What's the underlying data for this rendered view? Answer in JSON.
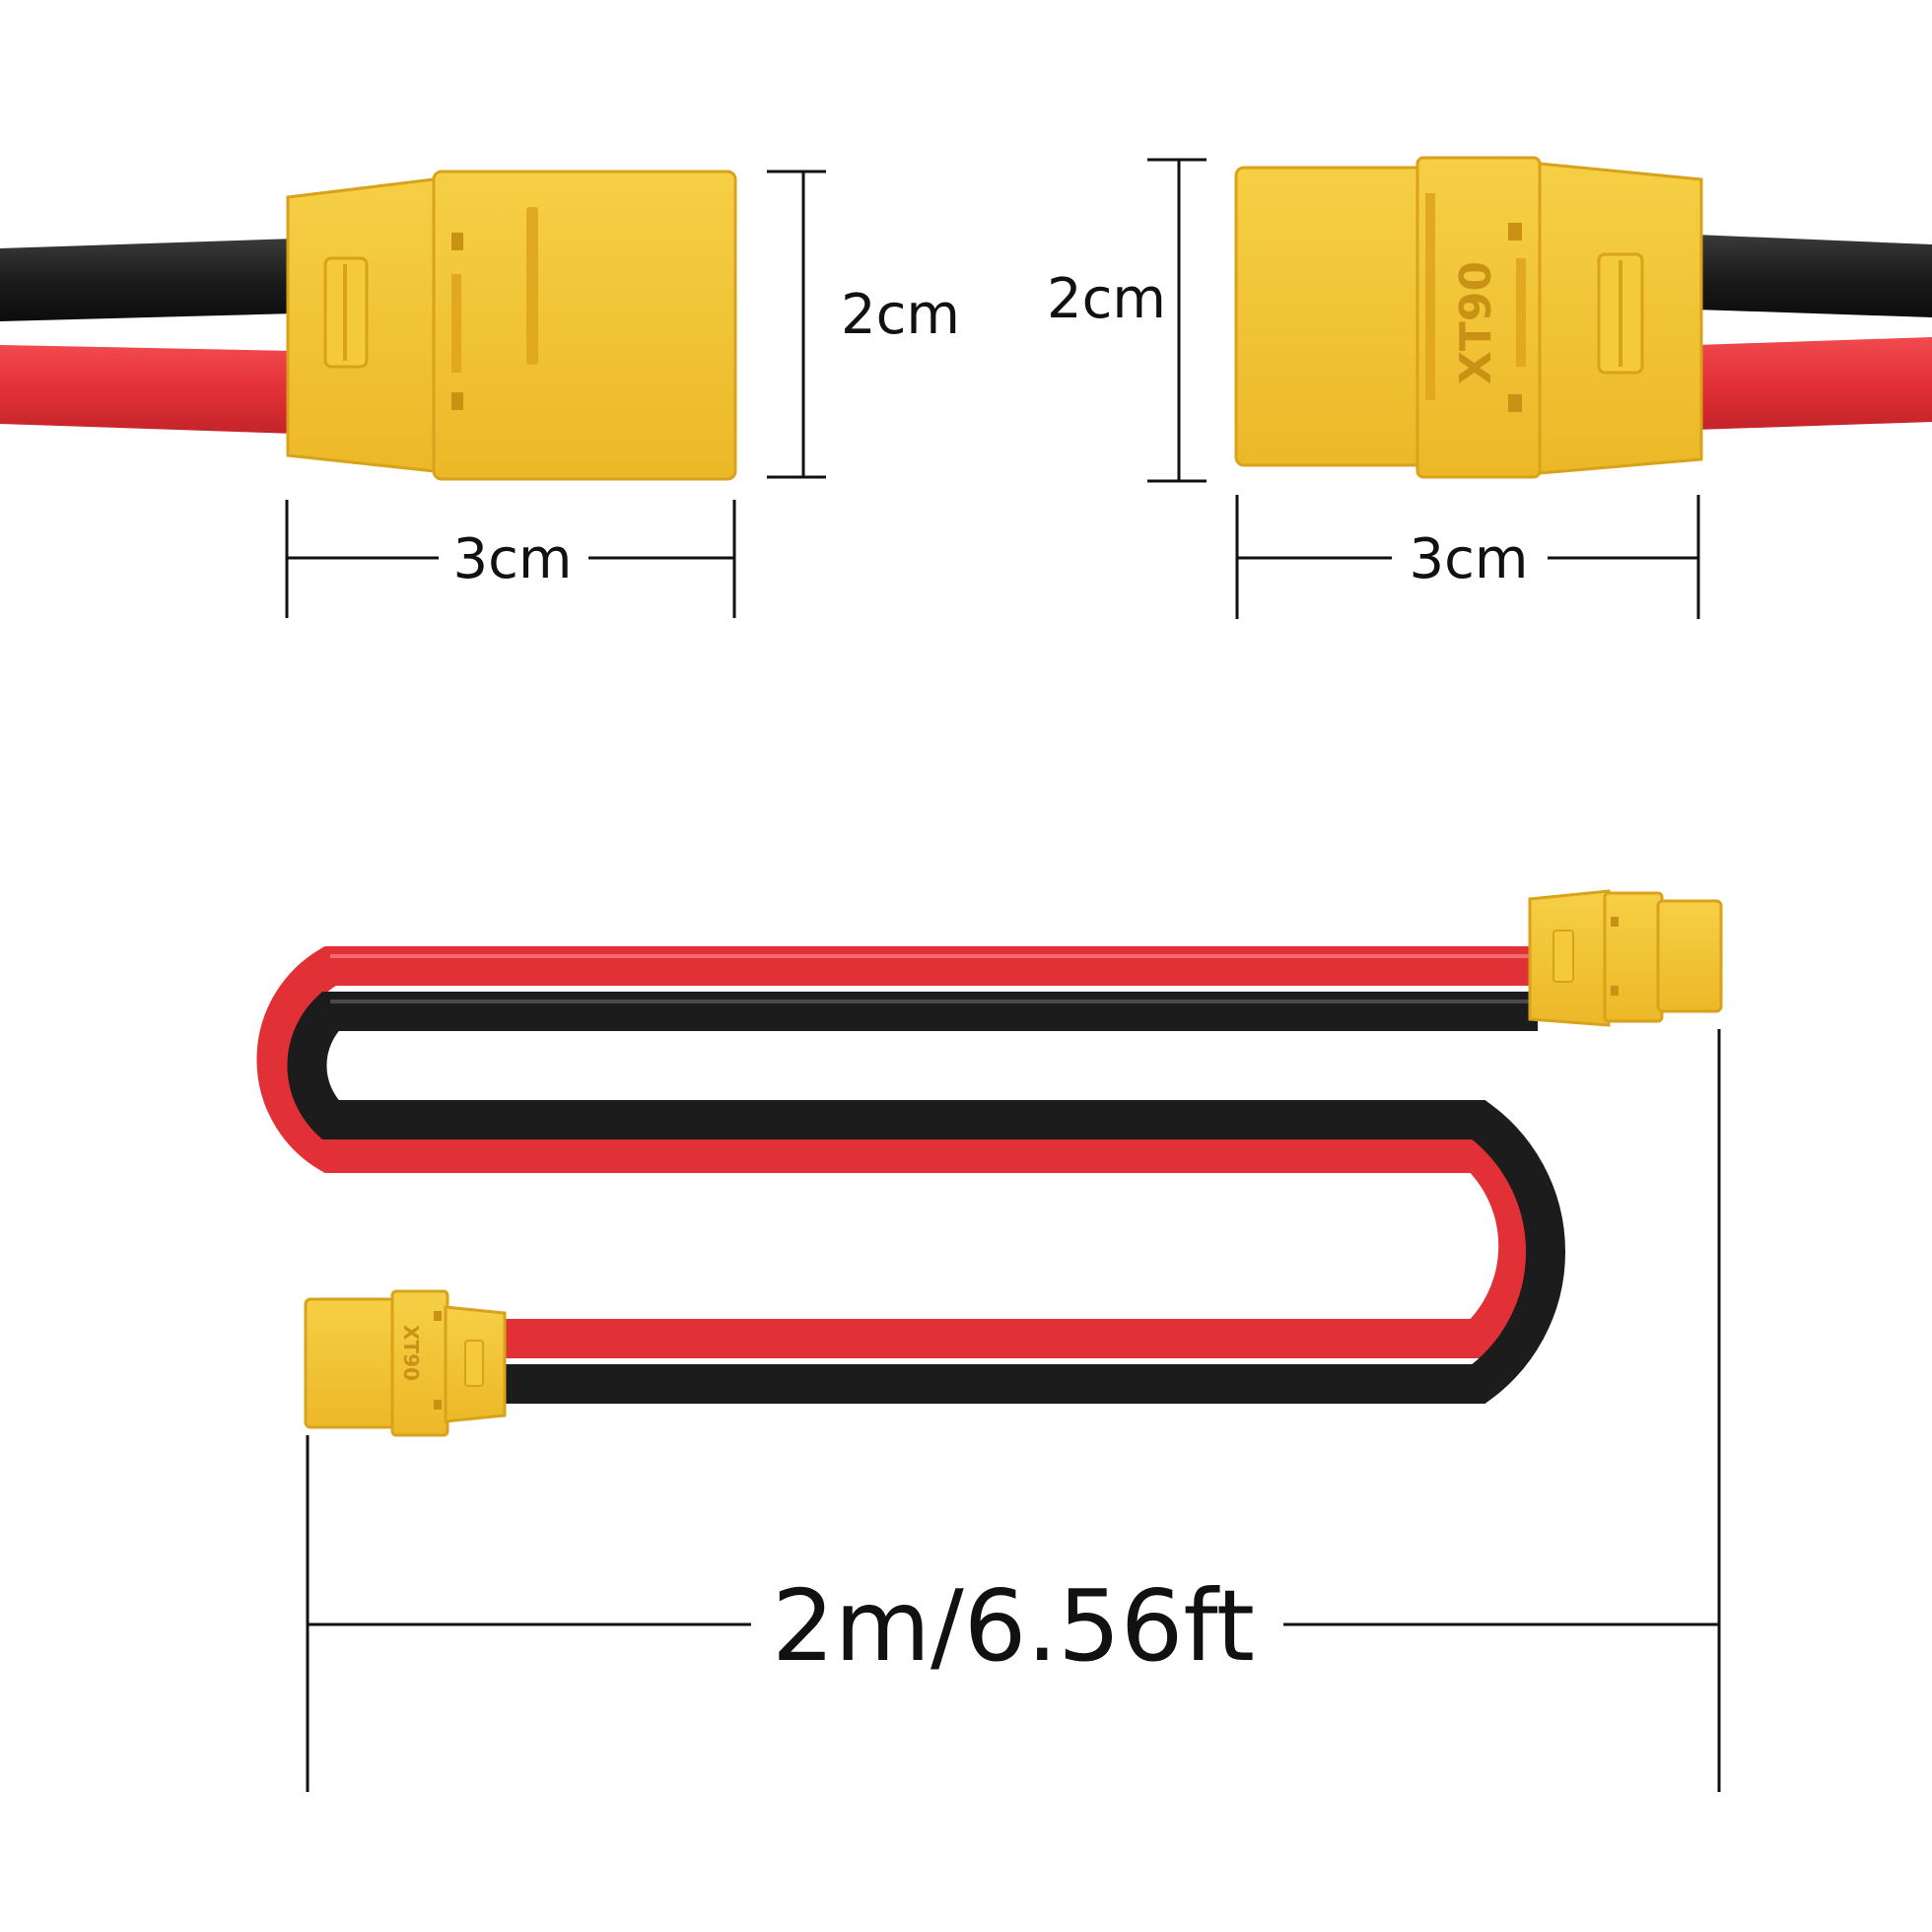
{
  "dimensions": {
    "left_height": "2cm",
    "left_width": "3cm",
    "right_height": "2cm",
    "right_width": "3cm",
    "cable_length": "2m/6.56ft"
  },
  "connector_marking": "XT90",
  "colors": {
    "background": "#ffffff",
    "connector_yellow": "#f2c230",
    "connector_shadow": "#d9a21b",
    "wire_red": "#e23136",
    "wire_black": "#1c1c1c",
    "dimension_line": "#111111"
  }
}
